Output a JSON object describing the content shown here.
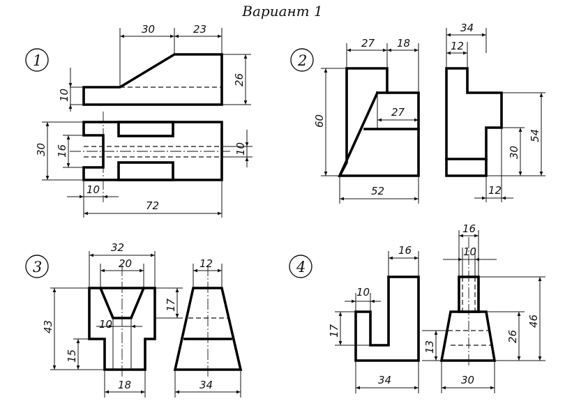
{
  "title": "Вариант 1",
  "tasks": [
    {
      "number": "1",
      "dims": [
        "30",
        "23",
        "10",
        "26",
        "30",
        "16",
        "10",
        "10",
        "72"
      ]
    },
    {
      "number": "2",
      "dims": [
        "27",
        "18",
        "34",
        "12",
        "60",
        "27",
        "54",
        "30",
        "52",
        "12"
      ]
    },
    {
      "number": "3",
      "dims": [
        "32",
        "20",
        "12",
        "43",
        "17",
        "10",
        "15",
        "18",
        "34"
      ]
    },
    {
      "number": "4",
      "dims": [
        "16",
        "16",
        "10",
        "10",
        "17",
        "46",
        "26",
        "13",
        "34",
        "30"
      ]
    }
  ]
}
